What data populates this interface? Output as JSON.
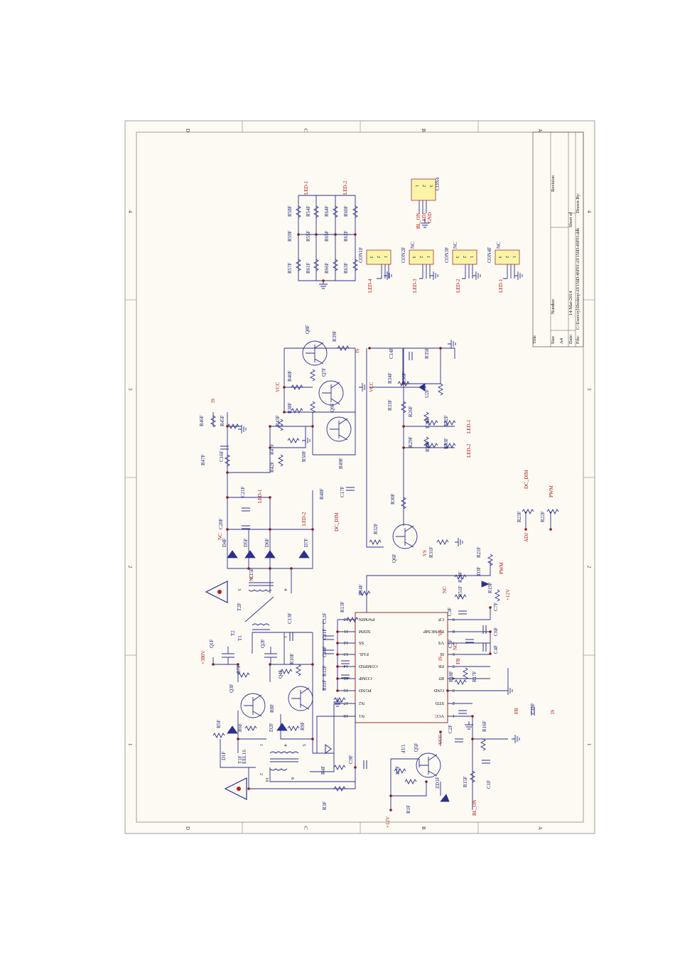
{
  "sheet": {
    "zones_top": [
      "D",
      "C",
      "B",
      "A"
    ],
    "zones_bottom": [
      "D",
      "C",
      "B",
      "A"
    ],
    "zones_left": [
      "1",
      "2",
      "3",
      "4"
    ],
    "zones_right": [
      "1",
      "2",
      "3",
      "4"
    ]
  },
  "title_block": {
    "title": "Title",
    "size_label": "Size",
    "size_value": "A4",
    "number_label": "Number",
    "revision_label": "Revision",
    "date_label": "Date:",
    "date_value": "14-Mar-2014",
    "file_label": "File:",
    "file_value": "C:\\Users\\ryl\\Desktop\\AY156D-4SF01\\AY156D-4SF01.ddb",
    "sheet_label": "Sheet   of",
    "drawn_label": "Drawn By:"
  },
  "ic": {
    "ref": "U1F",
    "left_pins": [
      {
        "num": "10",
        "name": "PWMIN"
      },
      {
        "num": "11",
        "name": "SDIM"
      },
      {
        "num": "12",
        "name": "SS"
      },
      {
        "num": "13",
        "name": "FAIL"
      },
      {
        "num": "14",
        "name": "COMPSD"
      },
      {
        "num": "15",
        "name": "COMP"
      },
      {
        "num": "16",
        "name": "PGND"
      },
      {
        "num": "17",
        "name": "N2"
      },
      {
        "num": "18",
        "name": "N1"
      }
    ],
    "right_pins": [
      {
        "num": "9",
        "name": "CP"
      },
      {
        "num": "8",
        "name": "PWMCMP"
      },
      {
        "num": "7",
        "name": "VS"
      },
      {
        "num": "6",
        "name": "IS"
      },
      {
        "num": "5",
        "name": "FB"
      },
      {
        "num": "4",
        "name": "RT"
      },
      {
        "num": "3",
        "name": "GND"
      },
      {
        "num": "2",
        "name": "STD"
      },
      {
        "num": "1",
        "name": "VCC"
      }
    ]
  },
  "connectors": [
    {
      "ref": "CON1F",
      "pins": [
        "3",
        "2",
        "1"
      ],
      "net": "LED-4",
      "nc": ""
    },
    {
      "ref": "CON2F",
      "pins": [
        "3",
        "2",
        "1"
      ],
      "net": "LED-3",
      "nc": "NC"
    },
    {
      "ref": "CON3F",
      "pins": [
        "3",
        "2",
        "1"
      ],
      "net": "LED-2",
      "nc": "NC"
    },
    {
      "ref": "CON4F",
      "pins": [
        "3",
        "2",
        "1"
      ],
      "net": "LED-1",
      "nc": "NC"
    },
    {
      "ref": "CON4",
      "pins": [
        "1",
        "2",
        "3"
      ],
      "net": "",
      "nc": ""
    }
  ],
  "con4_nets": [
    "BL_ON",
    "ADJ",
    "GND"
  ],
  "designators": {
    "Q1F": "Q1F",
    "Q2F": "Q2F",
    "Q3F": "Q3F",
    "Q4F": "Q4F",
    "Q5F": "Q5F",
    "Q6F": "Q6F",
    "Q7F": "Q7F",
    "Q8F": "Q8F",
    "Q9F": "Q9F",
    "T1F": "T1F",
    "EEL16": "EEL16",
    "T2F": "T2F",
    "T1": "T1",
    "T2": "T2",
    "D1F": "D1F",
    "D2F": "D2F",
    "D3F": "D3F",
    "D4F": "D4F",
    "D5F": "D5F",
    "D6F": "D6F",
    "D7F": "D7F",
    "ZD1F": "ZD1F",
    "U2F": "U2F",
    "R1F": "R1F",
    "R2F": "R2F",
    "R3F": "R3F",
    "R4F": "R4F",
    "R5F": "R5F",
    "R6F": "R6F",
    "R7F": "R7F",
    "R8F": "R8F",
    "R9F": "R9F",
    "R10F": "R10F",
    "R11F": "R11F",
    "R12F": "R12F",
    "R13F": "R13F",
    "R14F": "R14F",
    "R15F": "R15F",
    "R16F": "R16F",
    "R17F": "R17F",
    "R18F": "R18F",
    "R19F": "R19F",
    "R20F": "R20F",
    "R21F": "R21F",
    "R22F": "R22F",
    "R23F": "R23F",
    "R25F": "R25F",
    "R26F": "R26F",
    "R28F": "R28F",
    "R29F": "R29F",
    "R30F": "R30F",
    "R31F": "R31F",
    "R32F": "R32F",
    "R33F": "R33F",
    "R34F": "R34F",
    "R35F": "R35F",
    "R36F": "R36F",
    "R38F": "R38F",
    "R39F": "R39F",
    "R40F": "R40F",
    "R41F": "R41F",
    "R42F": "R42F",
    "R43F": "R43F",
    "R45F": "R45F",
    "R46F": "R46F",
    "R47F": "R47F",
    "R48F": "R48F",
    "R49F": "R49F",
    "R50F": "R50F",
    "R51F": "R51F",
    "R52F": "R52F",
    "R53F": "R53F",
    "R54F": "R54F",
    "R55F": "R55F",
    "R57F": "R57F",
    "R58F": "R58F",
    "R59F": "R59F",
    "R60F": "R60F",
    "R61F": "R61F",
    "R62F": "R62F",
    "R63F": "R63F",
    "R64F": "R64F",
    "R65F": "R65F",
    "R66F": "R66F",
    "C1F": "C1F",
    "C2F": "C2F",
    "C3F": "C3F",
    "C4F": "C4F",
    "C5F": "C5F",
    "C6F": "C6F",
    "C7F": "C7F",
    "C9F": "C9F",
    "C10F": "C10F",
    "C11F": "C11F",
    "C12F": "C12F",
    "C13F": "C13F",
    "C14F": "C14F",
    "C15F": "C15F",
    "C16F": "C16F",
    "C17F": "C17F",
    "C18F": "C18F",
    "C20F": "C20F",
    "C21F": "C21F"
  },
  "nets": {
    "plus380v": "+380V",
    "plus12v": "+12V",
    "vcc": "VCC",
    "is": "IS",
    "fb": "FB",
    "vs": "VS",
    "pwm": "PWM",
    "adj": "ADJ",
    "dc_dim": "DC_DIM",
    "bl_on": "BL_ON",
    "led1": "LED-1",
    "led2": "LED-2",
    "led3": "LED-3",
    "led4": "LED-4",
    "nc": "NC"
  },
  "pin_numbers": [
    "1",
    "2",
    "3",
    "4",
    "5",
    "6",
    "10",
    "1",
    "2",
    "3",
    "4"
  ]
}
